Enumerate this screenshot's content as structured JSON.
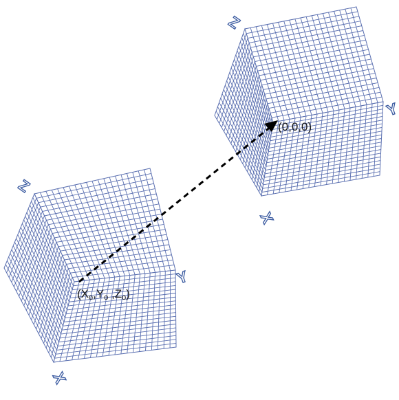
{
  "diagram": {
    "cube_far": {
      "axis_z": "Z",
      "axis_y": "Y",
      "axis_x": "X",
      "origin_label": "(0,0,0)"
    },
    "cube_near": {
      "axis_z": "Z",
      "axis_y": "Y",
      "axis_x": "X",
      "origin_label_parts": [
        "(X",
        "o",
        ",Y",
        "o",
        " ,Z",
        "o",
        ")"
      ]
    },
    "colors": {
      "grid_line": "#5a6fb0",
      "axis_outline": "#3a5aa0",
      "arrow": "#000000",
      "text": "#1a1a1a"
    }
  }
}
